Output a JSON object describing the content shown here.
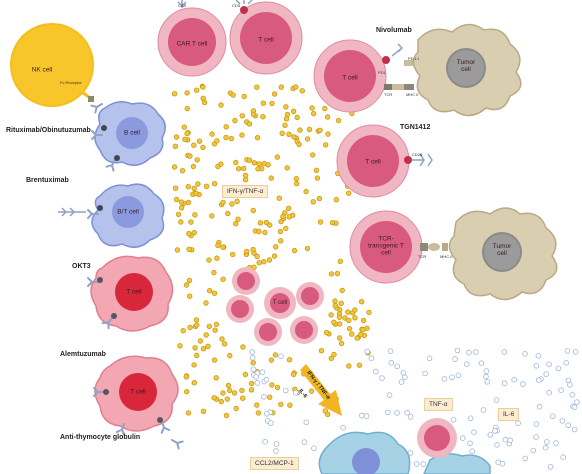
{
  "drugs": {
    "rituximab": "Rituximab/Obinutuzumab",
    "brentuximab": "Brentuximab",
    "okt3": "OKT3",
    "alemtuzumab": "Alemtuzumab",
    "atg": "Anti-thymocyte globulin",
    "nivolumab": "Nivolumab",
    "tgn1412": "TGN1412"
  },
  "cells": {
    "nk": "NK cell",
    "fc_receptor": "Fc Receptor",
    "b": "B cell",
    "bt": "B/T cell",
    "t": "T cell",
    "car_t": "CAR T cell",
    "tumor": "Tumor cell",
    "tcr_transgenic": "TCR-transgenic T cell",
    "tumor2": "Tumor cell"
  },
  "cytokines": {
    "ifn_tnf": "IFN-γ/TNF-α",
    "arrow_top": "IFN-γ / TNF-α",
    "arrow_bottom": "IL-6",
    "tnf": "TNF-α",
    "il6": "IL-6",
    "ccl2": "CCL2/MCP-1"
  },
  "receptors": {
    "car": "CAR",
    "cd3": "CD3",
    "pd1": "PD1",
    "pdl1": "PD-L1",
    "tcr": "TCR",
    "mhc": "MHC II",
    "cd28": "CD28"
  },
  "colors": {
    "t_cell_outer": "#f0b6c2",
    "t_cell_inner": "#d85a7e",
    "b_cell_outer": "#b4c2ec",
    "b_cell_inner": "#7f8fd8",
    "nk": "#f6be1a",
    "tumor_outer": "#d9cfb0",
    "tumor_inner": "#8a8a8a",
    "dot_yellow": "#f3c640",
    "dot_blue": "#9fb6dc",
    "red_cell": "#d8263a",
    "antibody": "#8ea3c7",
    "macrophage": "#a7d2e6"
  }
}
